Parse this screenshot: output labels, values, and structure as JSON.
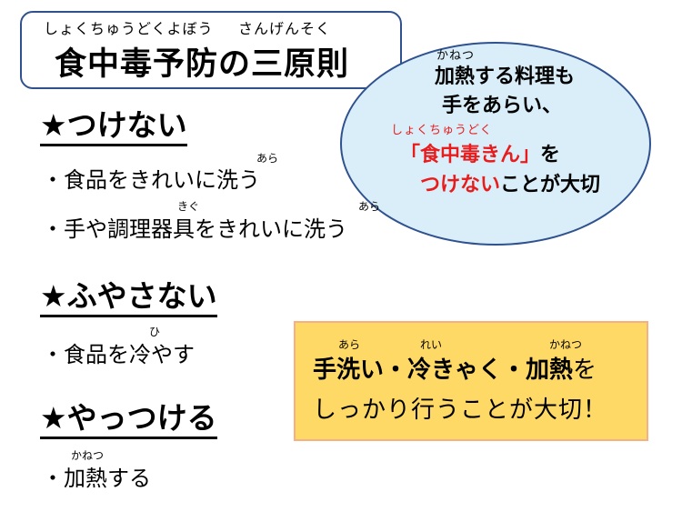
{
  "title": {
    "ruby_1": "しょくちゅうどくよぼう",
    "ruby_2": "さんげんそく",
    "text": "食中毒予防の三原則"
  },
  "callout": {
    "ruby_1": "かねつ",
    "line1": "加熱する料理も",
    "line2": "手をあらい、",
    "ruby_2": "しょくちゅうどく",
    "line3_red": "「食中毒きん」",
    "line3_rest": "を",
    "line4_red": "つけない",
    "line4_rest": "ことが大切"
  },
  "sections": [
    {
      "heading": "★つけない",
      "items": [
        {
          "text": "・食品をきれいに洗う",
          "ruby": [
            "あら"
          ]
        },
        {
          "text": "・手や調理器具をきれいに洗う",
          "ruby": [
            "きぐ",
            "あら"
          ]
        }
      ]
    },
    {
      "heading": "★ふやさない",
      "items": [
        {
          "text": "・食品を冷やす",
          "ruby": [
            "ひ"
          ]
        }
      ]
    },
    {
      "heading": "★やっつける",
      "items": [
        {
          "text": "・加熱する",
          "ruby": [
            "かねつ"
          ]
        }
      ]
    }
  ],
  "note": {
    "ruby_1": "あら",
    "ruby_2": "れい",
    "ruby_3": "かねつ",
    "line1_bold": "手洗い・冷きゃく・加熱",
    "line1_rest": "を",
    "line2": "しっかり行うことが大切！"
  },
  "colors": {
    "accent_red": "#E81C1C",
    "callout_fill": "#DAEEF9",
    "note_fill": "#FFD966",
    "border_blue": "#2F528F"
  }
}
